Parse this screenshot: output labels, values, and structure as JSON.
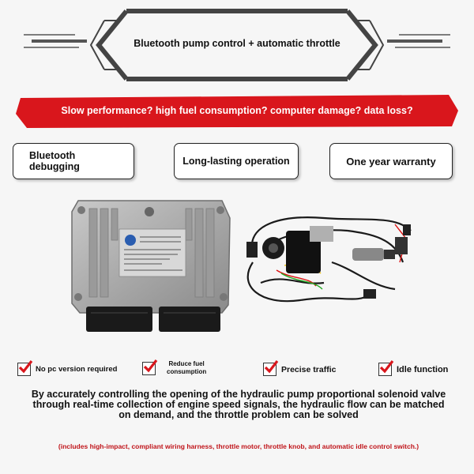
{
  "header": {
    "title": "Bluetooth pump control + automatic throttle"
  },
  "banner": {
    "text": "Slow performance? high fuel consumption? computer damage? data loss?",
    "color": "#d9161c"
  },
  "boxes": {
    "bluetooth_line1": "Bluetooth",
    "bluetooth_line2": "debugging",
    "long_lasting": "Long-lasting operation",
    "warranty": "One year warranty"
  },
  "features": {
    "no_pc": "No pc version required",
    "reduce_fuel_line1": "Reduce fuel",
    "reduce_fuel_line2": "consumption",
    "precise_traffic": "Precise traffic",
    "idle_function": "Idle function"
  },
  "description": {
    "line1": "By accurately controlling the opening of the hydraulic pump proportional solenoid valve",
    "line2": "through real-time collection of engine speed signals, the hydraulic flow can be matched",
    "line3": "on demand, and the throttle problem can be solved"
  },
  "note": "(includes high-impact, compliant wiring harness, throttle motor, throttle knob, and automatic idle control switch.)",
  "icons": {
    "check": "check-icon",
    "ecu": "ecu-controller-image",
    "harness": "wiring-harness-image"
  }
}
